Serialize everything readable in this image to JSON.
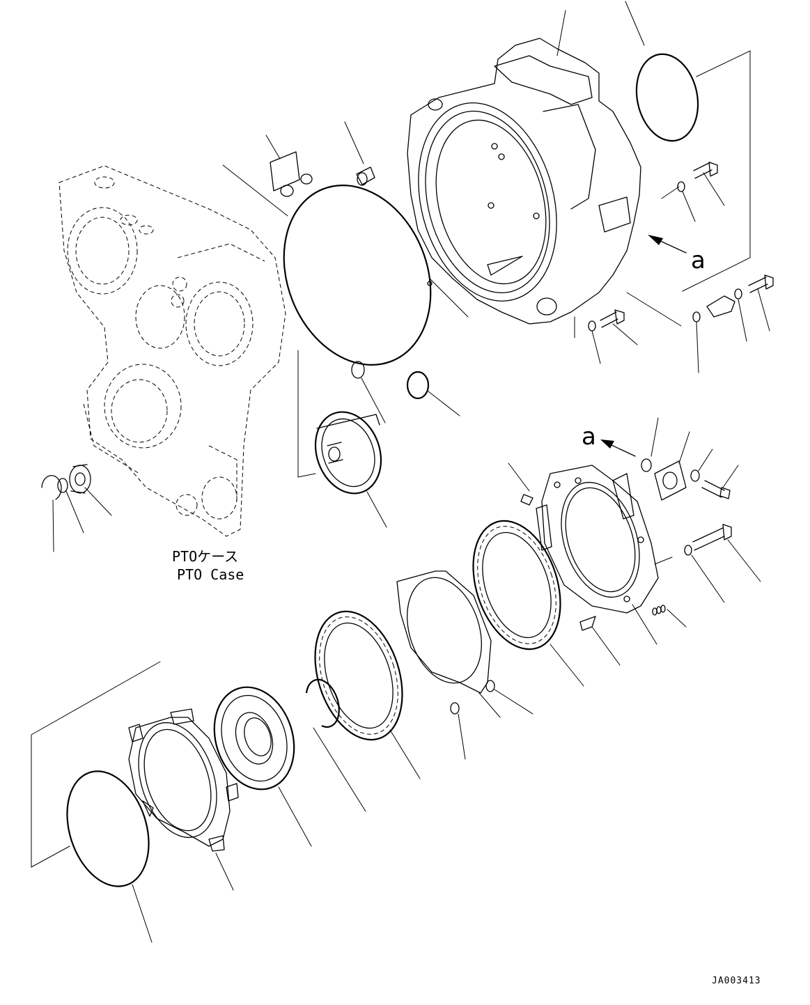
{
  "labels": {
    "pto_case_jp": "PTOケース",
    "pto_case_en": "PTO Case",
    "view_a_top": "a",
    "view_a_mid": "a",
    "drawing_code": "JA003413"
  }
}
